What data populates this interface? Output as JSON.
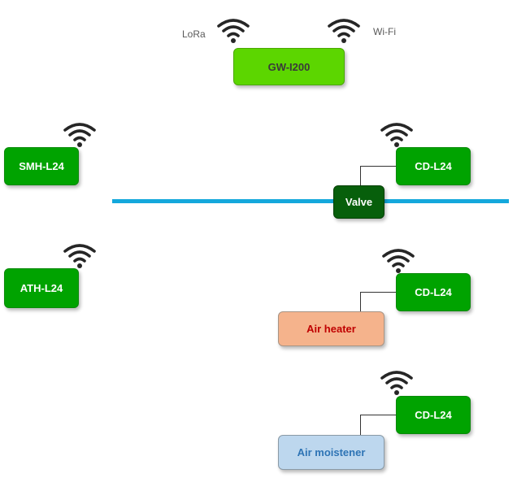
{
  "gateway": {
    "label": "GW-I200",
    "left_label": "LoRa",
    "right_label": "Wi-Fi"
  },
  "devices": {
    "smh": "SMH-L24",
    "ath": "ATH-L24",
    "cd_top": "CD-L24",
    "cd_middle": "CD-L24",
    "cd_bottom": "CD-L24"
  },
  "actuators": {
    "valve": "Valve",
    "air_heater": "Air heater",
    "air_moistener": "Air moistener"
  },
  "icons": {
    "signal": "wifi-icon"
  },
  "colors": {
    "device_green": "#00a300",
    "gateway_green": "#5cd600",
    "valve_green": "#075f0b",
    "heater_fill": "#f5b38c",
    "heater_text": "#c00000",
    "moistener_fill": "#bdd7ee",
    "moistener_text": "#2e74b5",
    "pipe_blue": "#14a8dc"
  }
}
